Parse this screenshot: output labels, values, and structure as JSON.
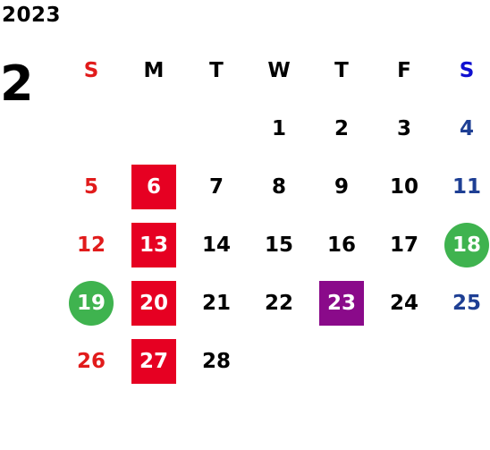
{
  "calendar": {
    "year": "2023",
    "month": "2",
    "weekdays": [
      {
        "label": "S",
        "color": "#e11b1b"
      },
      {
        "label": "M",
        "color": "#000000"
      },
      {
        "label": "T",
        "color": "#000000"
      },
      {
        "label": "W",
        "color": "#000000"
      },
      {
        "label": "T",
        "color": "#000000"
      },
      {
        "label": "F",
        "color": "#000000"
      },
      {
        "label": "S",
        "color": "#1010d0"
      }
    ],
    "start_weekday_index": 3,
    "days": [
      {
        "day": "1"
      },
      {
        "day": "2"
      },
      {
        "day": "3"
      },
      {
        "day": "4"
      },
      {
        "day": "5"
      },
      {
        "day": "6",
        "mark": "holiday"
      },
      {
        "day": "7"
      },
      {
        "day": "8"
      },
      {
        "day": "9"
      },
      {
        "day": "10"
      },
      {
        "day": "11"
      },
      {
        "day": "12"
      },
      {
        "day": "13",
        "mark": "holiday"
      },
      {
        "day": "14"
      },
      {
        "day": "15"
      },
      {
        "day": "16"
      },
      {
        "day": "17"
      },
      {
        "day": "18",
        "mark": "event"
      },
      {
        "day": "19",
        "mark": "event"
      },
      {
        "day": "20",
        "mark": "holiday"
      },
      {
        "day": "21"
      },
      {
        "day": "22"
      },
      {
        "day": "23",
        "mark": "special"
      },
      {
        "day": "24"
      },
      {
        "day": "25"
      },
      {
        "day": "26"
      },
      {
        "day": "27",
        "mark": "holiday"
      },
      {
        "day": "28"
      }
    ],
    "colors": {
      "sunday_text": "#e11b1b",
      "saturday_text": "#1e3f94",
      "weekday_text": "#000000",
      "holiday_box": "#e60022",
      "event_circle": "#3fb34f",
      "special_box": "#8a0a8a"
    }
  }
}
